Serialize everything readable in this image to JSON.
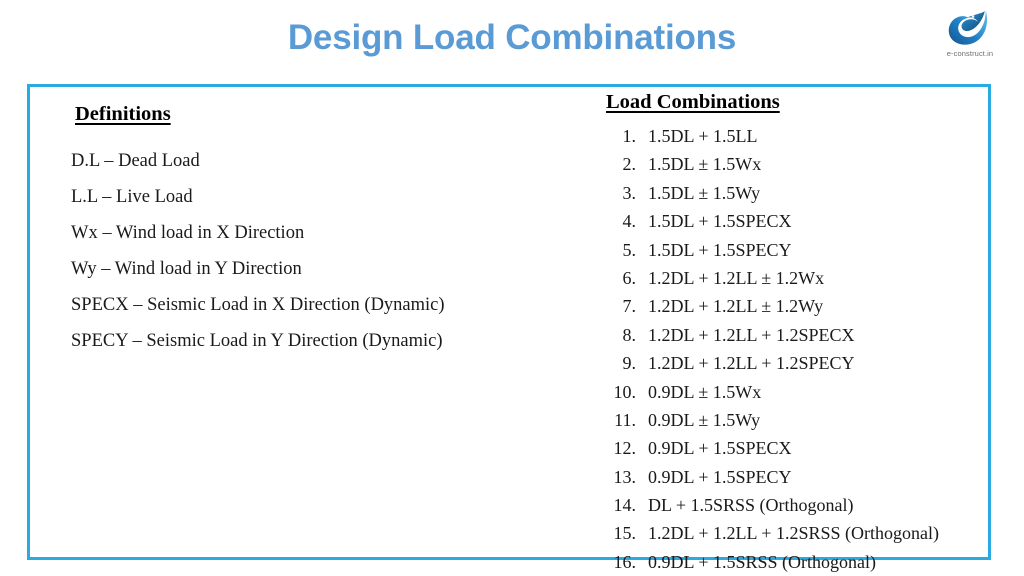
{
  "slide": {
    "title": "Design Load Combinations",
    "title_color": "#5b9bd5",
    "frame_border_color": "#29abe2",
    "background_color": "#ffffff"
  },
  "logo": {
    "icon": "e-construct-swoosh-logo",
    "caption": "e-construct.in",
    "color": "#1f7ec4"
  },
  "definitions": {
    "heading": "Definitions",
    "items": [
      {
        "term": "D.L",
        "separator": "–",
        "meaning": "Dead Load",
        "text": "D.L – Dead Load"
      },
      {
        "term": "L.L",
        "separator": "–",
        "meaning": "Live Load",
        "text": "L.L – Live Load"
      },
      {
        "term": "Wx",
        "separator": "–",
        "meaning": "Wind load in X Direction",
        "text": "Wx – Wind load in X Direction"
      },
      {
        "term": "Wy",
        "separator": "–",
        "meaning": "Wind load in Y Direction",
        "text": "Wy – Wind load in Y Direction"
      },
      {
        "term": "SPECX",
        "separator": "–",
        "meaning": "Seismic Load in X Direction (Dynamic)",
        "text": "SPECX – Seismic Load in X Direction (Dynamic)"
      },
      {
        "term": "SPECY",
        "separator": "–",
        "meaning": "Seismic Load in Y Direction (Dynamic)",
        "text": "SPECY – Seismic Load in Y Direction (Dynamic)"
      }
    ]
  },
  "load_combinations": {
    "heading": "Load Combinations",
    "items": [
      {
        "number": "1.",
        "text": "1.5DL + 1.5LL"
      },
      {
        "number": "2.",
        "text": "1.5DL ± 1.5Wx"
      },
      {
        "number": "3.",
        "text": "1.5DL ± 1.5Wy"
      },
      {
        "number": "4.",
        "text": "1.5DL + 1.5SPECX"
      },
      {
        "number": "5.",
        "text": "1.5DL + 1.5SPECY"
      },
      {
        "number": "6.",
        "text": "1.2DL + 1.2LL ± 1.2Wx"
      },
      {
        "number": "7.",
        "text": "1.2DL + 1.2LL ± 1.2Wy"
      },
      {
        "number": "8.",
        "text": "1.2DL + 1.2LL + 1.2SPECX"
      },
      {
        "number": "9.",
        "text": "1.2DL + 1.2LL + 1.2SPECY"
      },
      {
        "number": "10.",
        "text": "0.9DL ± 1.5Wx"
      },
      {
        "number": "11.",
        "text": "0.9DL ± 1.5Wy"
      },
      {
        "number": "12.",
        "text": "0.9DL + 1.5SPECX"
      },
      {
        "number": "13.",
        "text": "0.9DL + 1.5SPECY"
      },
      {
        "number": "14.",
        "text": "DL + 1.5SRSS (Orthogonal)"
      },
      {
        "number": "15.",
        "text": "1.2DL + 1.2LL + 1.2SRSS (Orthogonal)"
      },
      {
        "number": "16.",
        "text": "0.9DL + 1.5SRSS (Orthogonal)"
      }
    ]
  }
}
